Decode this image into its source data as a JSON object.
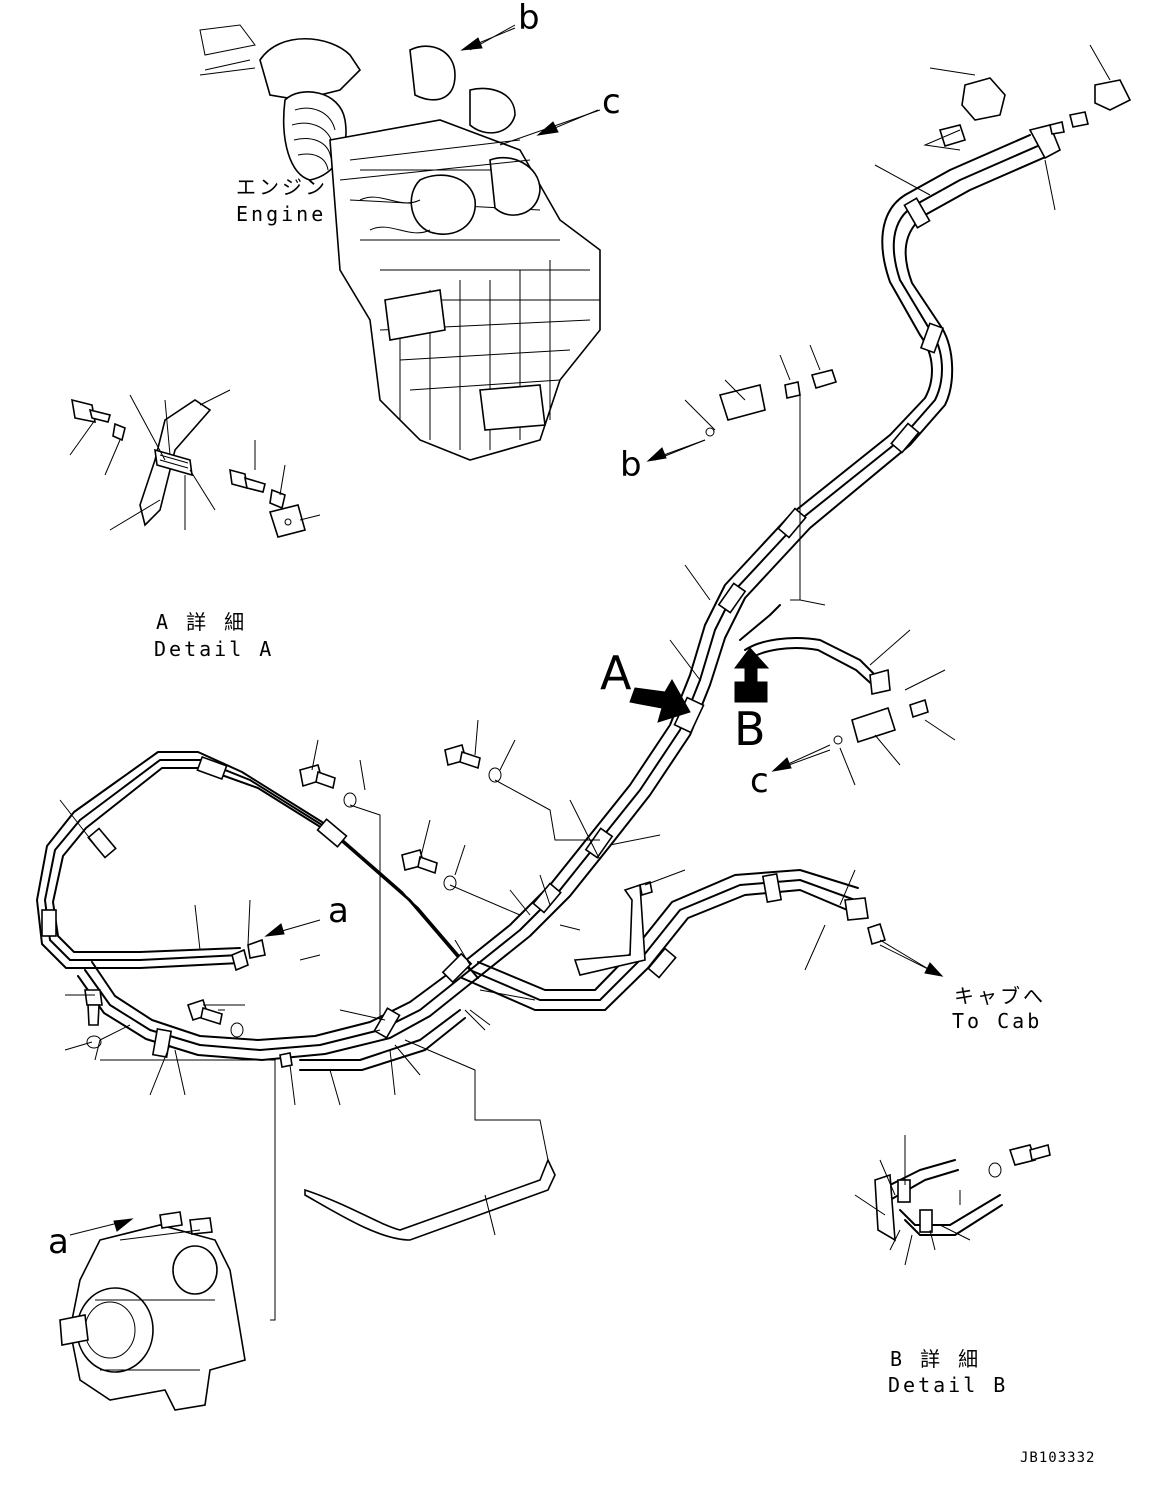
{
  "labels": {
    "engine_jp": "エンジン",
    "engine_en": "Engine",
    "detail_a_jp": "A 詳 細",
    "detail_a_en": "Detail A",
    "detail_b_jp": "B 詳 細",
    "detail_b_en": "Detail B",
    "to_cab_jp": "キャブへ",
    "to_cab_en": "To Cab",
    "view_a": "A",
    "view_b": "B",
    "ref_a_pump": "a",
    "ref_a_hose": "a",
    "ref_b_engine": "b",
    "ref_b_hose": "b",
    "ref_c_engine": "c",
    "ref_c_hose": "c",
    "drawing_code": "JB103332"
  }
}
